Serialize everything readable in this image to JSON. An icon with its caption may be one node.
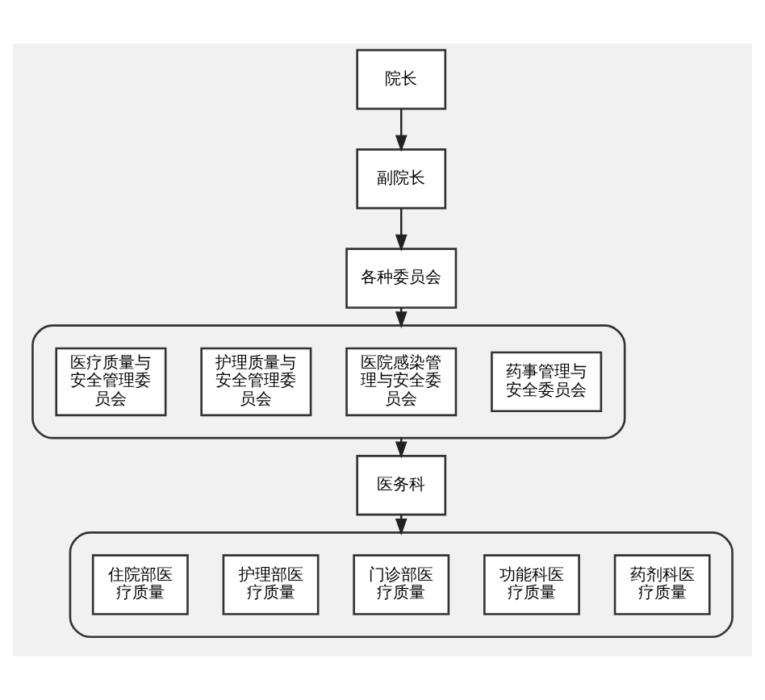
{
  "diagram": {
    "nodes": [
      {
        "text": [
          "院长"
        ]
      },
      {
        "text": [
          "副院长"
        ]
      },
      {
        "text": [
          "各种委员会"
        ]
      },
      {
        "text": [],
        "shape": "box"
      },
      {
        "text": [
          "医疗质量与安全管理委员会"
        ],
        "in": 3
      },
      {
        "text": [
          "护理质量与安全管理委员会"
        ],
        "in": 3
      },
      {
        "text": [
          "医院感染管理与安全委员会"
        ],
        "in": 3
      },
      {
        "text": [
          "药事管理与安全委员会"
        ],
        "in": 3
      },
      {
        "text": [
          "医务科"
        ]
      },
      {
        "text": [],
        "shape": "box"
      },
      {
        "text": [
          "住院部医疗质量"
        ],
        "in": 9
      },
      {
        "text": [
          "护理部医疗质量"
        ],
        "in": 9
      },
      {
        "text": [
          "门诊部医疗质量"
        ],
        "in": 9
      },
      {
        "text": [
          "功能科医疗质量"
        ],
        "in": 9
      },
      {
        "text": [
          "药剂科医疗质量"
        ],
        "in": 9
      }
    ],
    "edges": [
      {
        "from": 0,
        "to": 1,
        "arrow": "to"
      },
      {
        "from": 1,
        "to": 2,
        "arrow": "to"
      },
      {
        "from": 2,
        "to": 3,
        "arrow": "to"
      },
      {
        "from": 3,
        "to": 8,
        "arrow": "to"
      },
      {
        "from": 8,
        "to": 9,
        "arrow": "to"
      }
    ]
  }
}
